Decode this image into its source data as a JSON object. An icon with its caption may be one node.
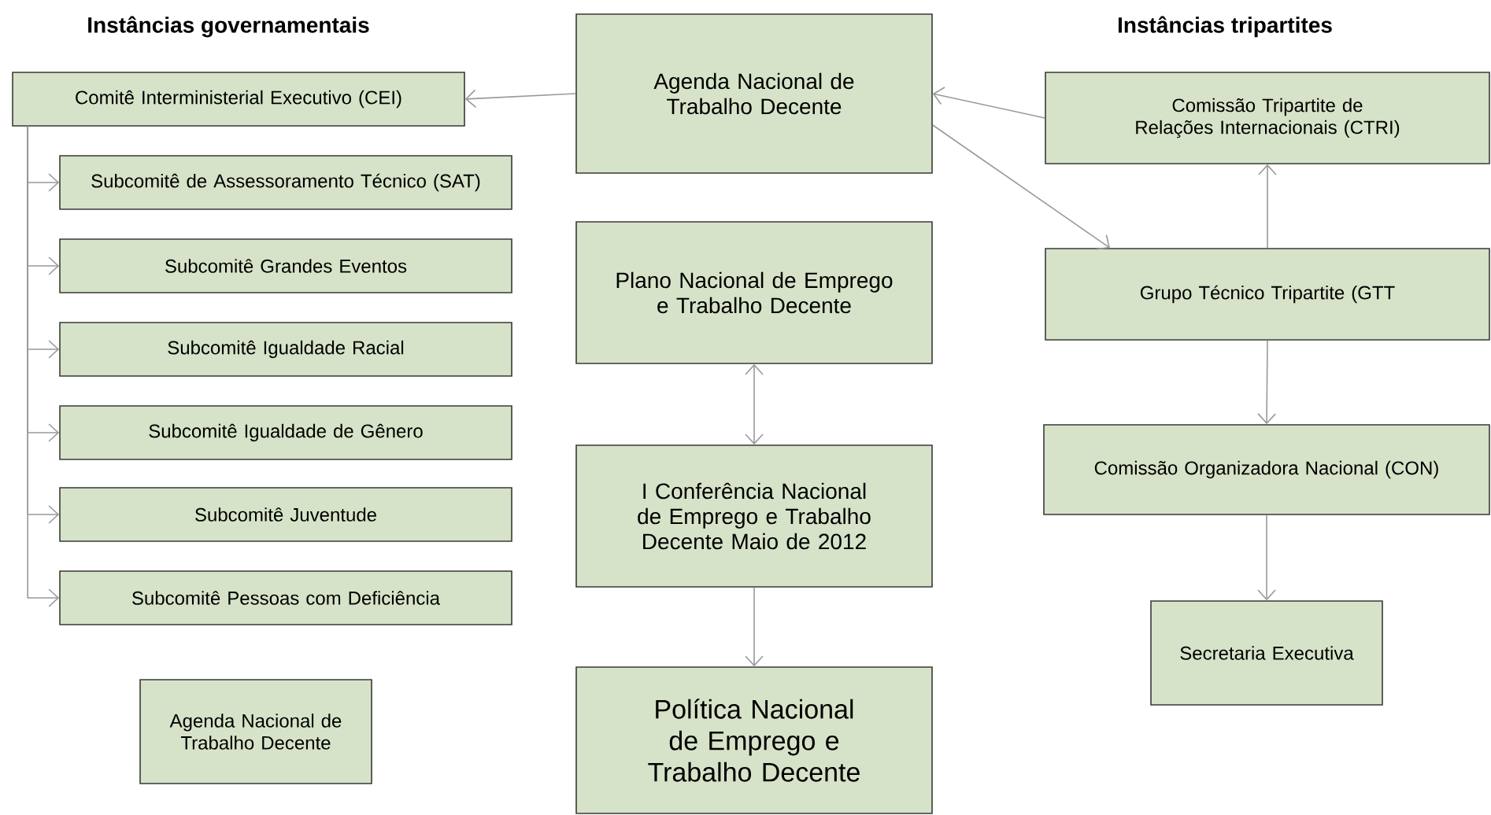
{
  "diagram": {
    "nodes": [
      {
        "text": [
          "Agenda Nacional de Trabalho Decente"
        ]
      },
      {
        "text": [
          "Comitê Interministerial Executivo (CEI)"
        ]
      },
      {
        "text": [
          "Subcomitê de Assessoramento Técnico (SAT)"
        ]
      },
      {
        "text": [
          "Subcomitê Grandes Eventos"
        ]
      },
      {
        "text": [
          "Subcomitê Igualdade Racial"
        ]
      },
      {
        "text": [
          "Subcomitê Igualdade de Gênero"
        ]
      },
      {
        "text": [
          "Subcomitê Juventude"
        ]
      },
      {
        "text": [
          "Subcomitê Pessoas com Deficiência"
        ]
      },
      {
        "text": [
          "Agenda Nacional de Trabalho Decente"
        ]
      },
      {
        "text": [
          "Plano Nacional de Emprego e Trabalho Decente"
        ]
      },
      {
        "text": [
          "I Conferência Nacional de Emprego e Trabalho Decente Maio de 2012"
        ]
      },
      {
        "text": [
          "Política Nacional de Emprego e Trabalho Decente"
        ]
      },
      {
        "text": [
          "Comissão Tripartite de Relações Internacionais (CTRI)"
        ]
      },
      {
        "text": [
          "Grupo Técnico Tripartite (GTT"
        ]
      },
      {
        "text": [
          "Comissão Organizadora Nacional (CON)"
        ]
      },
      {
        "text": [
          "Secretaria Executiva"
        ]
      }
    ],
    "edges": [
      {
        "from": 0,
        "to": 1,
        "arrow": "to"
      },
      {
        "from": 1,
        "to": 2,
        "arrow": "to"
      },
      {
        "from": 1,
        "to": 3,
        "arrow": "to"
      },
      {
        "from": 1,
        "to": 4,
        "arrow": "to"
      },
      {
        "from": 1,
        "to": 5,
        "arrow": "to"
      },
      {
        "from": 1,
        "to": 6,
        "arrow": "to"
      },
      {
        "from": 1,
        "to": 7,
        "arrow": "to"
      },
      {
        "from": 12,
        "to": 0,
        "arrow": "to"
      },
      {
        "from": 0,
        "to": 13,
        "arrow": "to"
      },
      {
        "from": 13,
        "to": 12,
        "arrow": "to"
      },
      {
        "from": 13,
        "to": 14,
        "arrow": "to"
      },
      {
        "from": 14,
        "to": 15,
        "arrow": "to"
      },
      {
        "from": 9,
        "to": 10,
        "arrow": "both"
      },
      {
        "from": 10,
        "to": 11,
        "arrow": "to"
      }
    ],
    "labels": [
      "Instâncias governamentais",
      "Instâncias tripartites"
    ]
  }
}
